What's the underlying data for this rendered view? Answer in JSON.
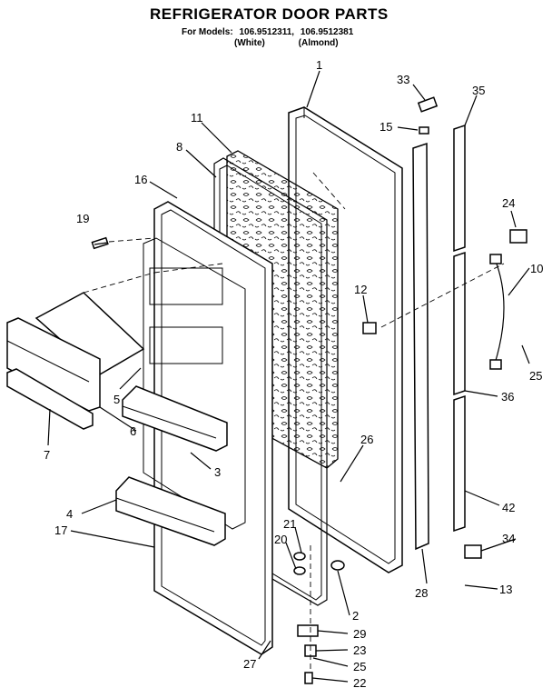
{
  "title": "REFRIGERATOR DOOR PARTS",
  "models_label": "For Models:",
  "models": [
    "106.9512311,",
    "106.9512381"
  ],
  "variants": [
    "(White)",
    "(Almond)"
  ],
  "callouts": {
    "p1": "1",
    "p2": "2",
    "p3": "3",
    "p4": "4",
    "p5": "5",
    "p6": "6",
    "p7": "7",
    "p8": "8",
    "p10": "10",
    "p11": "11",
    "p12": "12",
    "p13": "13",
    "p15": "15",
    "p16": "16",
    "p17": "17",
    "p19": "19",
    "p20": "20",
    "p21": "21",
    "p22": "22",
    "p23": "23",
    "p24": "24",
    "p25a": "25",
    "p25b": "25",
    "p26": "26",
    "p27": "27",
    "p28": "28",
    "p29": "29",
    "p33": "33",
    "p34": "34",
    "p35": "35",
    "p36": "36",
    "p42": "42"
  }
}
